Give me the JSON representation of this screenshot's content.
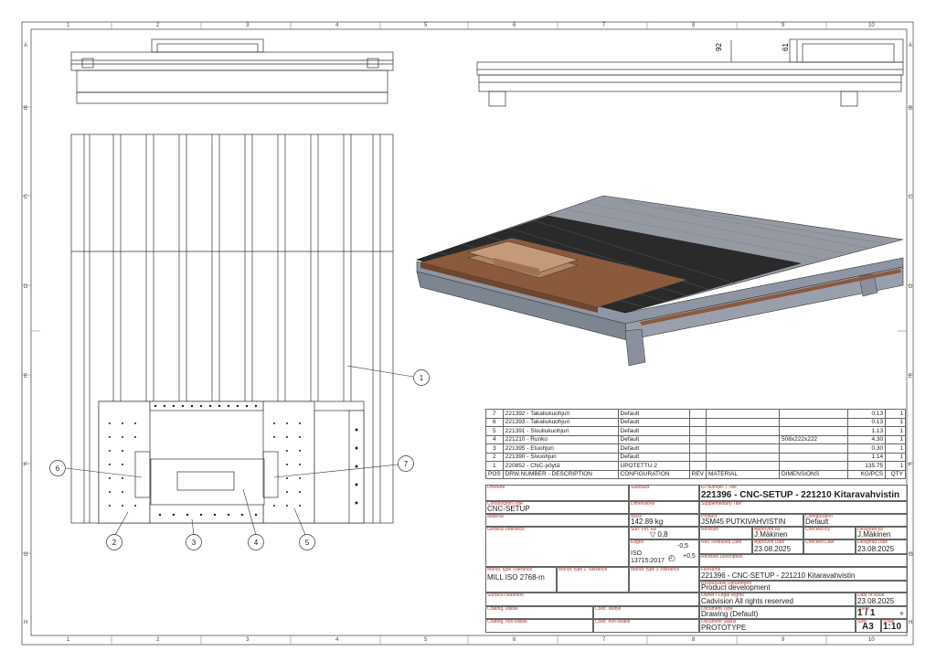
{
  "zones": {
    "top_cols": [
      "1",
      "2",
      "3",
      "4",
      "5",
      "6",
      "7",
      "8",
      "9",
      "10"
    ],
    "bottom_cols": [
      "1",
      "2",
      "3",
      "4",
      "5",
      "6",
      "7",
      "8",
      "9",
      "10"
    ],
    "left_rows": [
      "A",
      "B",
      "C",
      "D",
      "E",
      "F",
      "G",
      "H"
    ],
    "right_rows": [
      "A",
      "B",
      "C",
      "D",
      "E",
      "F",
      "G",
      "H"
    ]
  },
  "dimensions": {
    "d1": "92",
    "d2": "61"
  },
  "balloons": [
    "1",
    "2",
    "3",
    "4",
    "5",
    "6",
    "7"
  ],
  "bom": {
    "rows": [
      {
        "pos": "7",
        "desc": "221392 - Takaliukuohjuri",
        "config": "Default",
        "rev": "",
        "material": "",
        "dims": "",
        "kg": "0.13",
        "qty": "1"
      },
      {
        "pos": "6",
        "desc": "221393 - Takaliukuohjuri",
        "config": "Default",
        "rev": "",
        "material": "",
        "dims": "",
        "kg": "0.13",
        "qty": "1"
      },
      {
        "pos": "5",
        "desc": "221391 - Sivuliukuohjuri",
        "config": "Default",
        "rev": "",
        "material": "",
        "dims": "",
        "kg": "1.13",
        "qty": "1"
      },
      {
        "pos": "4",
        "desc": "221210 - Runko",
        "config": "Default",
        "rev": "",
        "material": "",
        "dims": "508x222x222",
        "kg": "4.30",
        "qty": "1"
      },
      {
        "pos": "3",
        "desc": "221395 - Etuohjuri",
        "config": "Default",
        "rev": "",
        "material": "",
        "dims": "",
        "kg": "0.30",
        "qty": "1"
      },
      {
        "pos": "2",
        "desc": "221390 - Sivuohjuri",
        "config": "Default",
        "rev": "",
        "material": "",
        "dims": "",
        "kg": "1.14",
        "qty": "1"
      },
      {
        "pos": "1",
        "desc": "220852 - CNC-pöytä",
        "config": "UPOTETTU 2",
        "rev": "",
        "material": "",
        "dims": "",
        "kg": "135.75",
        "qty": "1"
      }
    ],
    "header": {
      "pos": "POS",
      "desc": "DRW.NUMBER - DESCRIPTION",
      "config": "CONFIGURATION",
      "rev": "REV",
      "material": "MATERIAL",
      "dims": "DIMENSIONS",
      "kg": "KG/PCS",
      "qty": "QTY"
    }
  },
  "titleblock": {
    "drwnote_label": "DrwNote",
    "standard_label": "Standard",
    "idnumber_label": "ID Number",
    "title_label": "Title",
    "id_title": "221396 - CNC-SETUP - 221210 Kitaravahvistin",
    "constructiontype_label": "ConstructionType",
    "constructiontype": "CNC-SETUP",
    "dimensions_label": "Dimensions",
    "supplementary_label": "Supplementary Title",
    "material_label": "Material",
    "mass_label": "Mass",
    "mass": "142.89 kg",
    "product_label": "Product",
    "product": "JSM45 PUTKIVAHVISTIN",
    "configuration_label": "Configuration",
    "configuration": "Default",
    "general_tol_label": "General Tolerance",
    "surf_label": "Surf. Fin.",
    "surf_ra": "Ra",
    "surf_val": "0,8",
    "revision_label": "Revision",
    "approved_by_label": "Approved By",
    "approved_by": "J.Mäkinen",
    "checked_by_label": "Checked By",
    "designed_by_label": "Designed By",
    "designed_by": "J.Mäkinen",
    "edges_label": "Edges",
    "edges_std": "ISO 13715:2017",
    "edge_minus": "-0,5",
    "edge_plus": "+0,5",
    "rev_released_label": "Rev. Released Date",
    "approved_date_label": "Approved Date",
    "approved_date": "23.08.2025",
    "checked_date_label": "Checked Date",
    "designed_date_label": "Designed Date",
    "designed_date": "23.08.2025",
    "rev_desc_label": "Revision Description",
    "manuf1_label": "Manuf. type Tolerance",
    "manuf1": "MILL ISO 2768-m",
    "manuf2_label": "Manuf. type 2 Tolerance",
    "manuf3_label": "Manuf. type 3 Tolerance",
    "filename_label": "FileName",
    "filename": "221396 - CNC-SETUP - 221210 Kitaravahvistin",
    "resp_dept_label": "Responsible Department",
    "resp_dept": "Product development",
    "surface_label": "SurfaceTreatment",
    "owner_label": "Owner / Legal Rights",
    "owner": "Cadvision All rights reserved",
    "date_issue_label": "Date of Issue",
    "date_issue": "23.08.2025",
    "coating_vis_label": "Coating, visible",
    "color_vis_label": "Color, visible",
    "doctype_label": "Document Type",
    "doctype": "Drawing (Default)",
    "sheet_label": "Sheet",
    "sheet": "1 / 1",
    "coating_nonvis_label": "Coating, non-visible",
    "color_nonvis_label": "Color, non-visible",
    "docstatus_label": "Document Status",
    "docstatus": "PROTOTYPE",
    "size_label": "Size",
    "size": "A3",
    "scale_label": "Scale",
    "scale": "1:10"
  },
  "colors": {
    "border": "#555555",
    "accent_label": "#b5342c",
    "rails": "#2a2a2a",
    "plate": "#8b5a3c",
    "frame": "#8f96a3"
  }
}
